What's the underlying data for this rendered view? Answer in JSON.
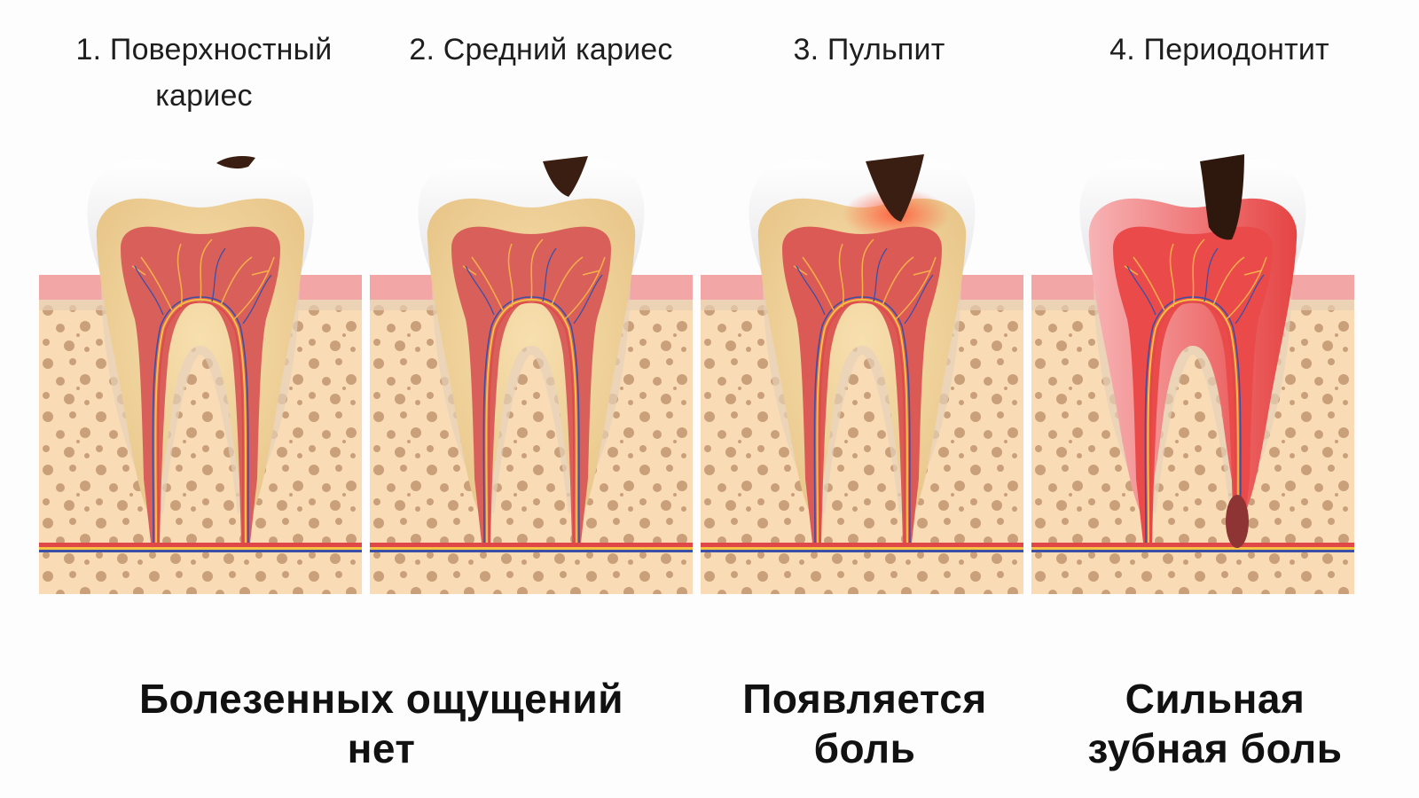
{
  "stages": [
    {
      "number": "1.",
      "title": "1. Поверхностный кариес",
      "title_line1": "1. Поверхностный",
      "title_line2": "кариес",
      "cavity_size": "small",
      "inflammation": "none"
    },
    {
      "number": "2.",
      "title": "2. Средний кариес",
      "cavity_size": "medium",
      "inflammation": "none"
    },
    {
      "number": "3.",
      "title": "3. Пульпит",
      "cavity_size": "deep",
      "inflammation": "pulp-glow"
    },
    {
      "number": "4.",
      "title": "4. Периодонтит",
      "cavity_size": "very-deep",
      "inflammation": "whole-tooth",
      "abscess": true
    }
  ],
  "captions": [
    {
      "line1": "Болезенных ощущений",
      "line2": "нет",
      "applies_to": [
        1,
        2
      ]
    },
    {
      "line1": "Появляется",
      "line2": "боль",
      "applies_to": [
        3
      ]
    },
    {
      "line1": "Сильная",
      "line2": "зубная боль",
      "applies_to": [
        4
      ]
    }
  ],
  "colors": {
    "background": "#fdfdfd",
    "enamel": "#f1f1f3",
    "dentin": "#f2d6a0",
    "pulp": "#d9605a",
    "pulp_inflamed": "#ea4a4a",
    "caries": "#3a1e12",
    "gum": "#f2a6a6",
    "bone": "#f9dcb6",
    "bone_dots": "#c9a07a",
    "nerve_red": "#e53b3b",
    "nerve_blue": "#3a4fa8",
    "nerve_yellow": "#f5c242",
    "abscess": "#8e3434",
    "text": "#1e1e1e"
  }
}
